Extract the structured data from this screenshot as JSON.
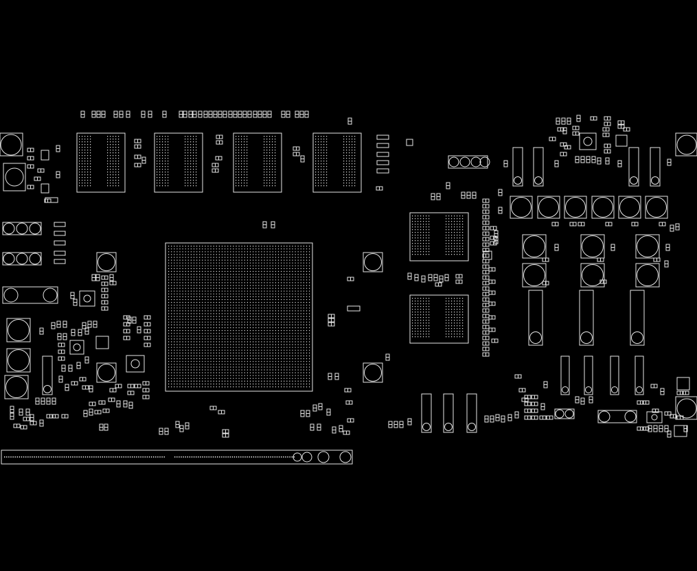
{
  "viewer": {
    "background_color": "#000000",
    "outline_color": "#e8e8e8"
  },
  "board": {
    "description_visible": false,
    "regions": [
      "top-left-edge-components",
      "memory-chips-top",
      "main-bga-processor",
      "left-passives-cluster",
      "edge-connector-bottom",
      "right-memory-chips",
      "right-power-section"
    ]
  }
}
